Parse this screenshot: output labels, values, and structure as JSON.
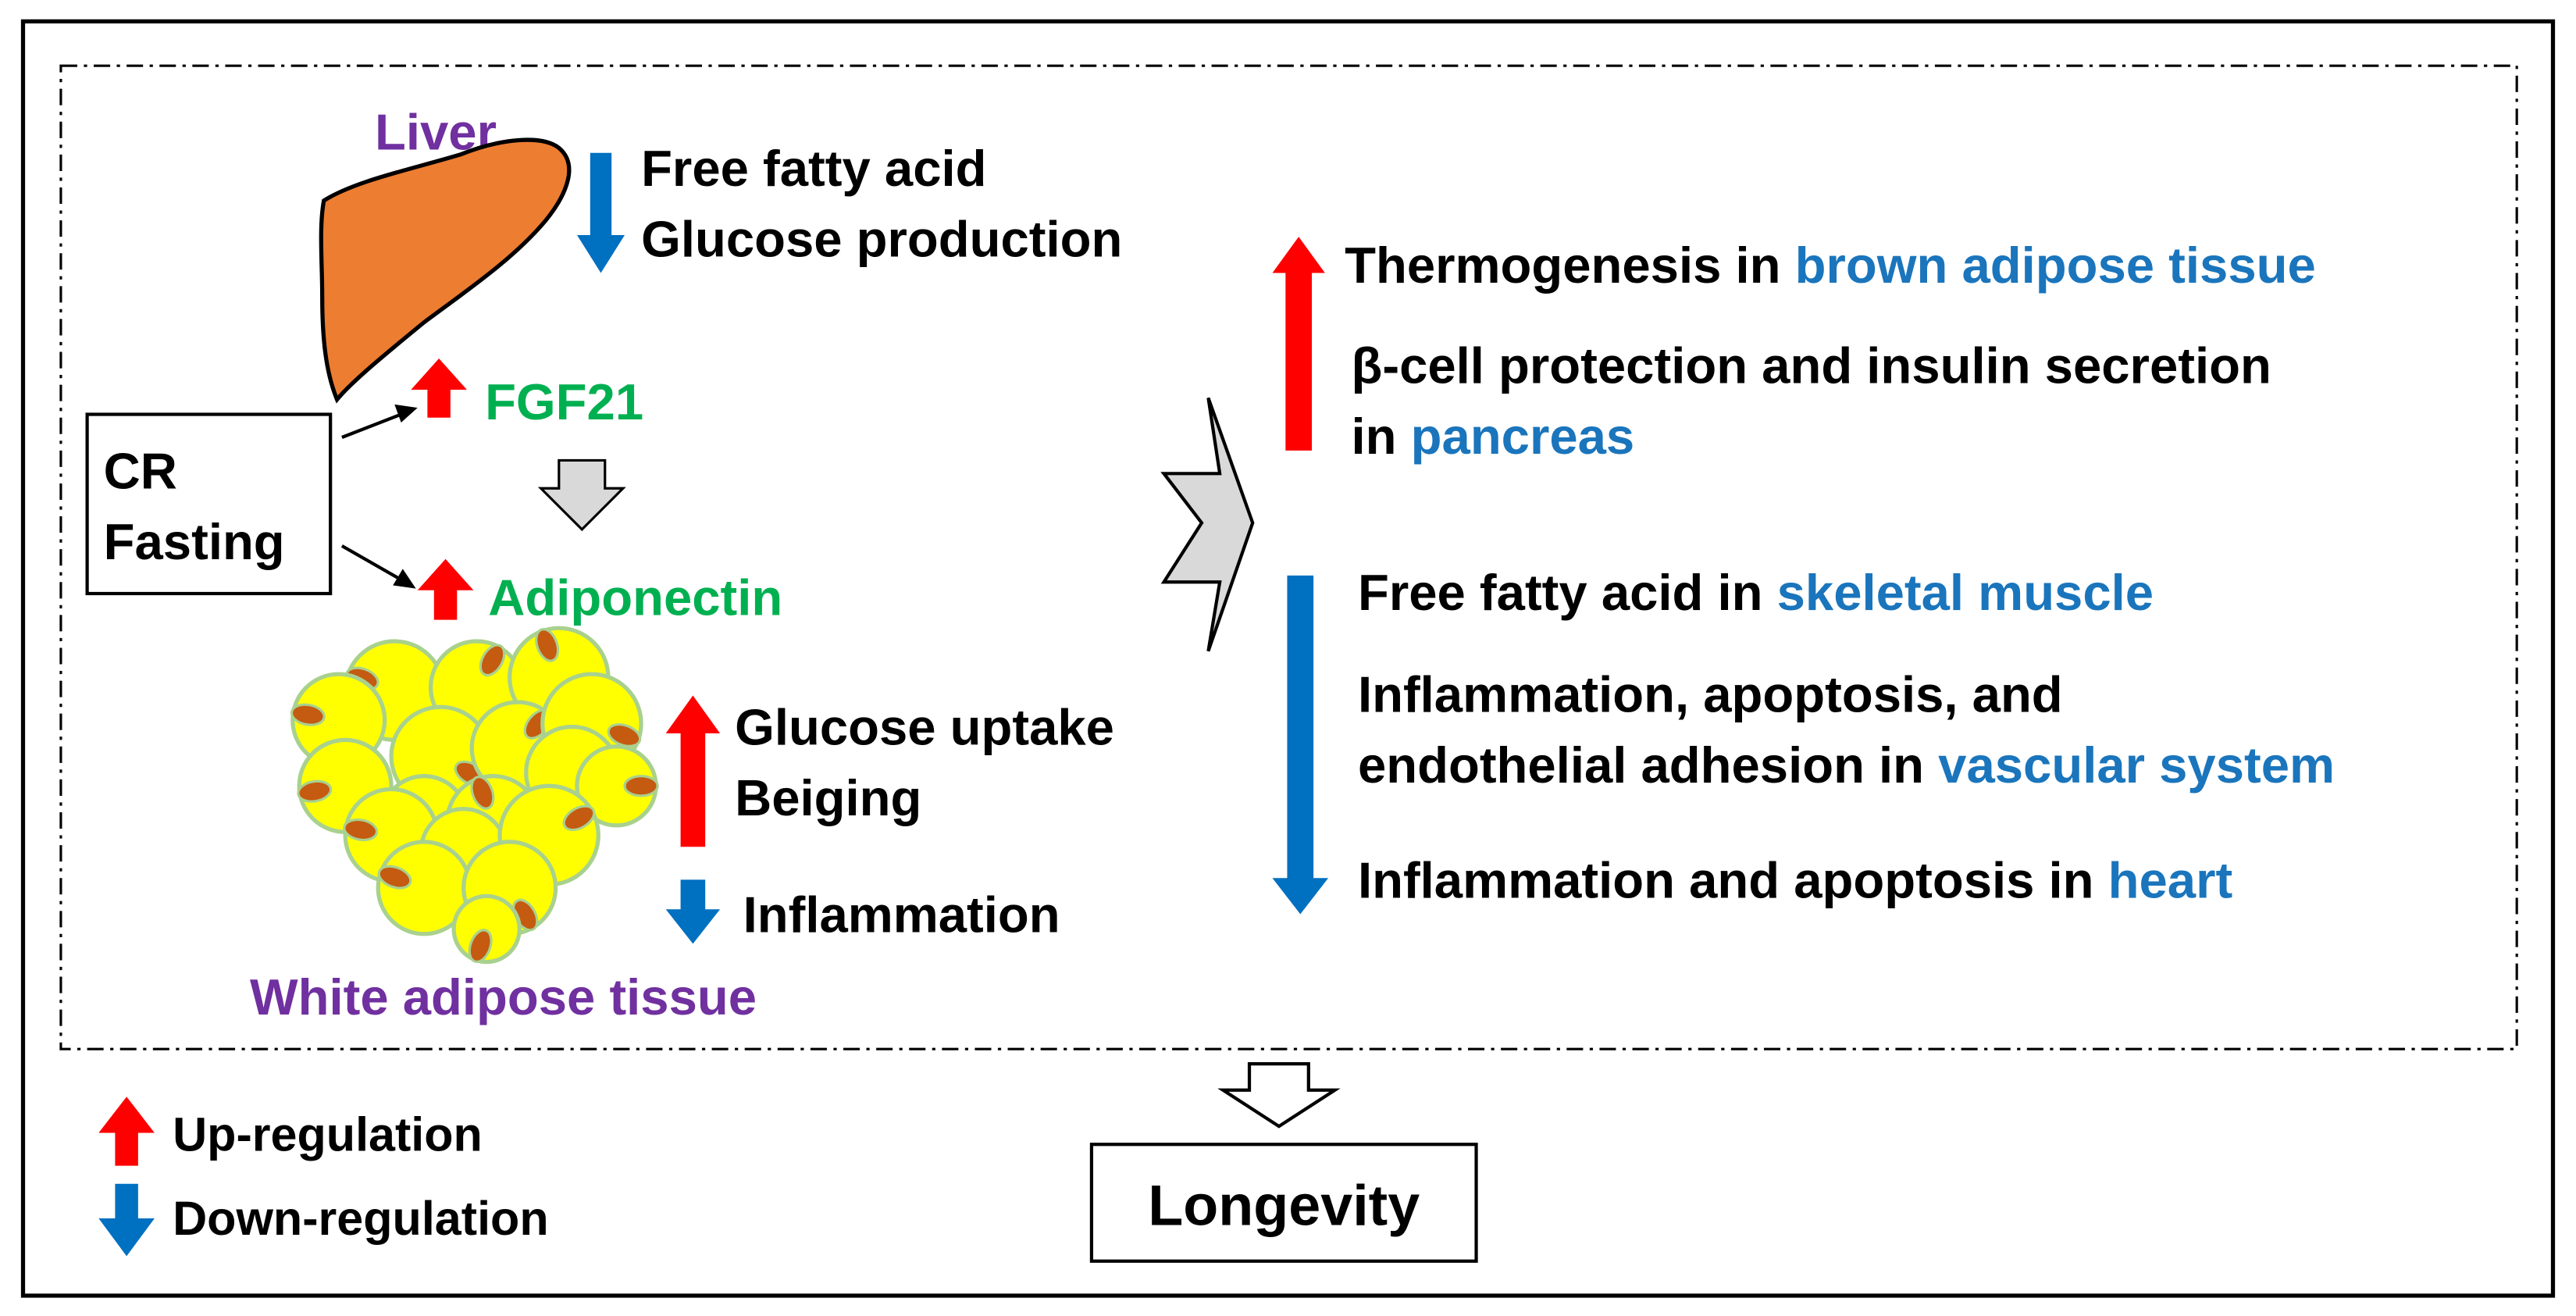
{
  "colors": {
    "up_arrow": "#ff0000",
    "down_arrow": "#0070c0",
    "organ_label": "#7030a0",
    "hormone_label": "#00b050",
    "tissue_highlight": "#1a75bc",
    "liver_fill": "#ed7d31",
    "adipocyte_fill": "#ffff00",
    "adipocyte_outline": "#a9d18e",
    "nucleus_fill": "#c55a11",
    "hollow_arrow_fill": "#d9d9d9",
    "text": "#000000"
  },
  "liver": {
    "label": "Liver",
    "effects": [
      "Free fatty acid",
      "Glucose production"
    ]
  },
  "intervention": {
    "line1": "CR",
    "line2": "Fasting"
  },
  "hormones": {
    "fgf21": "FGF21",
    "adiponectin": "Adiponectin"
  },
  "white_adipose": {
    "label": "White adipose tissue",
    "up_effects": [
      "Glucose uptake",
      "Beiging"
    ],
    "down_effect": "Inflammation"
  },
  "upregulated_effects": [
    {
      "text": "Thermogenesis in ",
      "highlight": "brown adipose tissue"
    },
    {
      "line1": "β-cell protection and insulin secretion",
      "line2_prefix": "in ",
      "line2_highlight": "pancreas"
    }
  ],
  "downregulated_effects": [
    {
      "text": "Free fatty acid in ",
      "highlight": "skeletal muscle"
    },
    {
      "line1": "Inflammation, apoptosis, and",
      "line2_prefix": "endothelial adhesion in ",
      "line2_highlight": "vascular system"
    },
    {
      "text": "Inflammation and apoptosis in ",
      "highlight": "heart"
    }
  ],
  "outcome": "Longevity",
  "legend": {
    "up": "Up-regulation",
    "down": "Down-regulation"
  }
}
